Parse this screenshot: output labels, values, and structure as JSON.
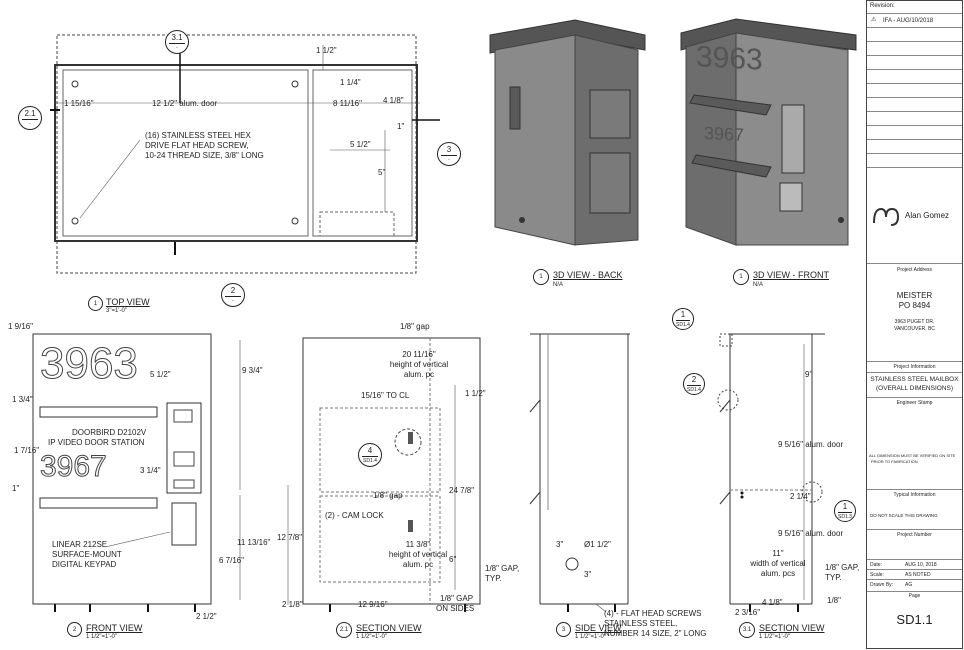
{
  "top_view": {
    "labels": {
      "w1": "1 15/16\"",
      "door": "12 1/2\" alum. door",
      "w2": "8 11/16\"",
      "w3": "4 1/8\"",
      "top1": "1 1/2\"",
      "top2": "1 1/4\"",
      "w4": "5 1/2\"",
      "w5": "1\"",
      "h5": "5\"",
      "screw_note_1": "(16) STAINLESS STEEL HEX",
      "screw_note_2": "DRIVE FLAT HEAD SCREW,",
      "screw_note_3": "10-24 THREAD SIZE, 3/8\" LONG"
    },
    "markers": [
      {
        "num": "3.1",
        "sub": "-"
      },
      {
        "num": "2.1",
        "sub": "-"
      },
      {
        "num": "3",
        "sub": "-"
      },
      {
        "num": "2",
        "sub": "-"
      }
    ],
    "title": {
      "num": "1",
      "sub": "-",
      "name": "TOP VIEW",
      "scale": "3\"=1'-0\""
    }
  },
  "back_view": {
    "title": {
      "num": "1",
      "sub": "-",
      "name": "3D VIEW - BACK",
      "scale": "N/A"
    }
  },
  "front_3d": {
    "numbers_top": "3963",
    "numbers_bottom": "3967",
    "title": {
      "num": "1",
      "sub": "-",
      "name": "3D VIEW - FRONT",
      "scale": "N/A"
    }
  },
  "front_view": {
    "numbers_top": "3963",
    "numbers_bottom": "3967",
    "labels": {
      "l1": "1 9/16\"",
      "l2": "1 3/4\"",
      "l3": "1 7/16\"",
      "l4": "1\"",
      "d1": "5 1/2\"",
      "d2": "9 3/4\"",
      "d3": "3 1/4\"",
      "d4": "11 13/16\"",
      "d5": "6 7/16\"",
      "d6": "2 1/2\"",
      "doorbird_1": "DOORBIRD D2102V",
      "doorbird_2": "IP VIDEO DOOR STATION",
      "keypad_1": "LINEAR 212SE",
      "keypad_2": "SURFACE-MOUNT",
      "keypad_3": "DIGITAL KEYPAD"
    },
    "title": {
      "num": "2",
      "sub": "-",
      "name": "FRONT VIEW",
      "scale": "1 1/2\"=1'-0\""
    }
  },
  "section_21": {
    "labels": {
      "gap_top": "1/8\" gap",
      "vh_1": "20 11/16\"",
      "vh_2": "height of vertical",
      "vh_3": "alum. pc",
      "tocl": "15/16\" TO CL",
      "d1": "1 1/2\"",
      "gap_mid": "1/8\" gap",
      "cam": "(2) - CAM LOCK",
      "d2": "24 7/8\"",
      "h1": "11 3/8\"",
      "h2": "height of vertical",
      "h3": "alum. pc",
      "h_left": "12 7/8\"",
      "six": "6\"",
      "bot": "12 9/16\"",
      "bl": "2 1/8\"",
      "gap_sides_1": "1/8\" GAP",
      "gap_sides_2": "ON SIDES",
      "gap_typ_1": "1/8\" GAP,",
      "gap_typ_2": "TYP."
    },
    "detail": {
      "num": "4",
      "sub": "SD1.4"
    },
    "title": {
      "num": "2.1",
      "sub": "-",
      "name": "SECTION VIEW",
      "scale": "1 1/2\"=1'-0\""
    }
  },
  "side_view": {
    "labels": {
      "d1": "3\"",
      "d2": "Ø1 1/2\"",
      "d3": "3\"",
      "screws_1": "(4) - FLAT HEAD SCREWS",
      "screws_2": "STAINLESS STEEL,",
      "screws_3": "NUMBER 14 SIZE, 2\" LONG"
    },
    "title": {
      "num": "3",
      "sub": "-",
      "name": "SIDE VIEW",
      "scale": "1 1/2\"=1'-0\""
    }
  },
  "section_31": {
    "labels": {
      "nine": "9\"",
      "door1": "9 5/16\" alum. door",
      "d1": "2 1/4\"",
      "door2": "9 5/16\" alum. door",
      "w1": "11\"",
      "w2": "width of vertical",
      "w3": "alum. pcs",
      "bl1": "2 3/16\"",
      "bl2": "4 1/8\"",
      "gap1": "1/8\" GAP,",
      "gap2": "TYP.",
      "eighth": "1/8\""
    },
    "details": [
      {
        "num": "1",
        "sub": "SD1.4"
      },
      {
        "num": "2",
        "sub": "SD1.4"
      },
      {
        "num": "1",
        "sub": "SD1.3"
      }
    ],
    "title": {
      "num": "3.1",
      "sub": "-",
      "name": "SECTION VIEW",
      "scale": "1 1/2\"=1'-0\""
    }
  },
  "title_block": {
    "revision_label": "Revision:",
    "revision_entry": "IFA - AUG/10/2018",
    "logo_text": "Alan Gomez",
    "project_address_label": "Project Address",
    "project_name_1": "MEISTER",
    "project_name_2": "PO 8494",
    "address_1": "3963 PUGET DR.",
    "address_2": "VANCOUVER, BC",
    "project_info_label": "Project Information",
    "info_1": "STAINLESS STEEL MAILBOX",
    "info_2": "(OVERALL DIMENSIONS)",
    "engineer_stamp": "Engineer Stamp",
    "note_1": "ALL DIMENSION MUST BE VERIFIED ON SITE",
    "note_2": "PRIOR TO FABRICATION",
    "typical_info": "Typical Information",
    "do_not_scale": "DO NOT SCALE THIS DRAWING",
    "project_number": "Project Number",
    "date_label": "Date:",
    "date_value": "AUG 10, 2018",
    "scale_label": "Scale:",
    "scale_value": "AS NOTED",
    "drawn_label": "Drawn By:",
    "drawn_value": "AG",
    "page_label": "Page",
    "page_value": "SD1.1"
  }
}
